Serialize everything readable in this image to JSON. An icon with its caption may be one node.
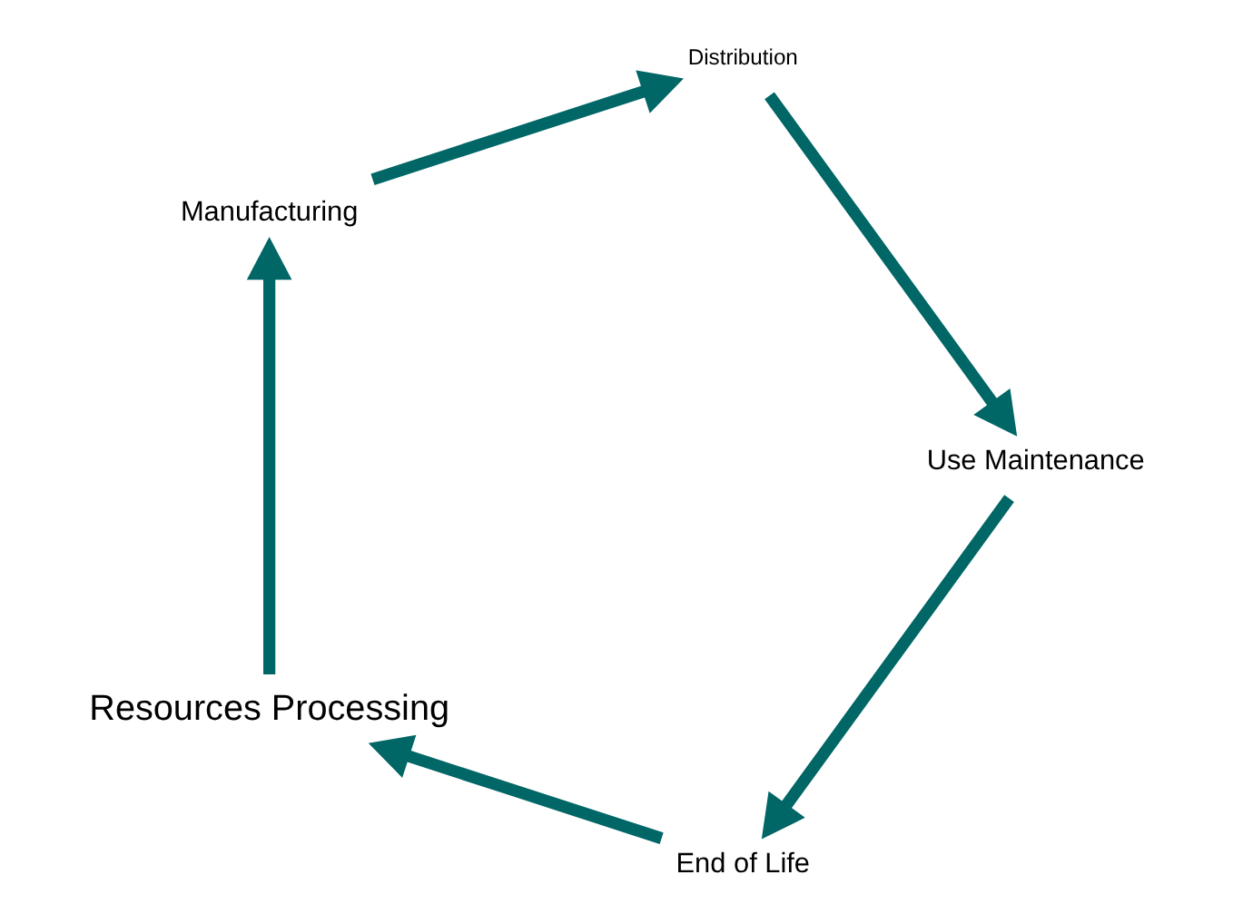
{
  "diagram": {
    "nodes": [
      {
        "text": [
          "End of Life"
        ]
      },
      {
        "text": [
          "Resources Processing"
        ]
      },
      {
        "text": [
          "Use Maintenance"
        ]
      },
      {
        "text": [
          "Manufacturing"
        ]
      },
      {
        "text": [
          "Distribution"
        ]
      }
    ],
    "edges": [
      {
        "from": 0,
        "to": 1,
        "arrow": "to"
      },
      {
        "from": 1,
        "to": 3,
        "arrow": "to"
      },
      {
        "from": 3,
        "to": 4,
        "arrow": "to"
      },
      {
        "from": 4,
        "to": 2,
        "arrow": "to"
      },
      {
        "from": 2,
        "to": 0,
        "arrow": "to"
      }
    ]
  }
}
